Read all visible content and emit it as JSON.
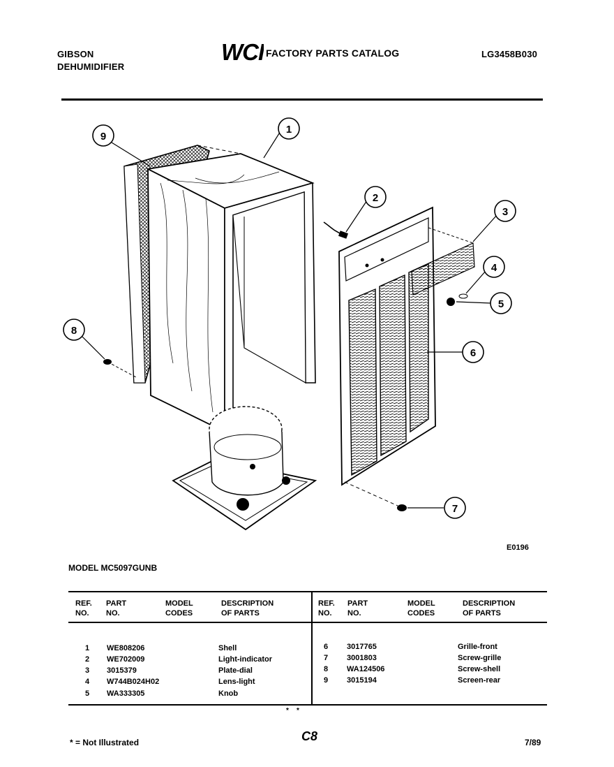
{
  "header": {
    "brand": "GIBSON",
    "product": "DEHUMIDIFIER",
    "logo_text": "WCI",
    "catalog_title": "FACTORY PARTS CATALOG",
    "catalog_number": "LG3458B030"
  },
  "diagram": {
    "drawing_code": "E0196",
    "callouts": [
      "1",
      "2",
      "3",
      "4",
      "5",
      "6",
      "7",
      "8",
      "9"
    ]
  },
  "model_line": "MODEL MC5097GUNB",
  "table": {
    "headers": {
      "ref_no": [
        "REF.",
        "NO."
      ],
      "part_no": [
        "PART",
        "NO."
      ],
      "model_codes": [
        "MODEL",
        "CODES"
      ],
      "description": [
        "DESCRIPTION",
        "OF PARTS"
      ]
    },
    "left_rows": [
      {
        "ref": "1",
        "part": "WE808206",
        "codes": "",
        "desc": "Shell"
      },
      {
        "ref": "2",
        "part": "WE702009",
        "codes": "",
        "desc": "Light-indicator"
      },
      {
        "ref": "3",
        "part": "3015379",
        "codes": "",
        "desc": "Plate-dial"
      },
      {
        "ref": "4",
        "part": "W744B024H02",
        "codes": "",
        "desc": "Lens-light"
      },
      {
        "ref": "5",
        "part": "WA333305",
        "codes": "",
        "desc": "Knob"
      }
    ],
    "right_rows": [
      {
        "ref": "6",
        "part": "3017765",
        "codes": "",
        "desc": "Grille-front"
      },
      {
        "ref": "7",
        "part": "3001803",
        "codes": "",
        "desc": "Screw-grille"
      },
      {
        "ref": "8",
        "part": "WA124506",
        "codes": "",
        "desc": "Screw-shell"
      },
      {
        "ref": "9",
        "part": "3015194",
        "codes": "",
        "desc": "Screen-rear"
      }
    ]
  },
  "footer": {
    "note": "* = Not Illustrated",
    "page_code": "C8",
    "date": "7/89"
  }
}
